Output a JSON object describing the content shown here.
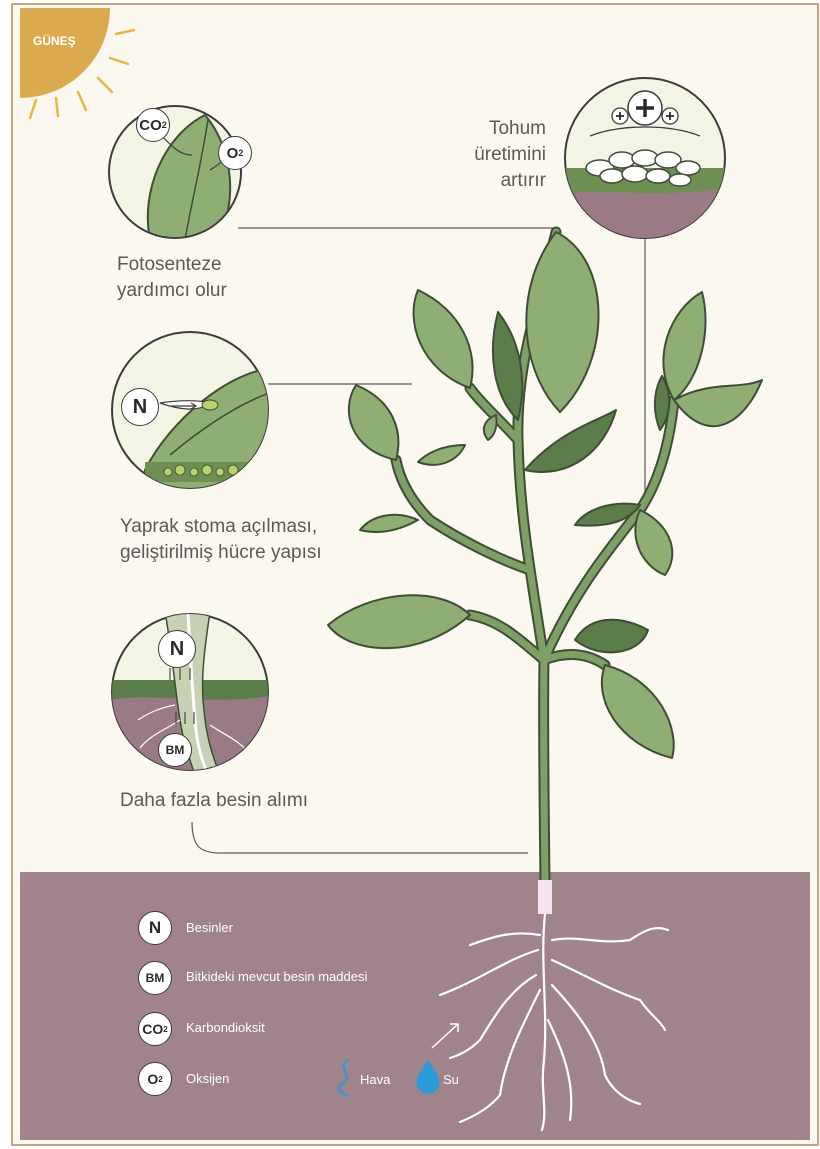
{
  "sun": {
    "label": "GÜNEŞ"
  },
  "callouts": {
    "photosynthesis": {
      "line1": "Fotosenteze",
      "line2": "yardımcı olur",
      "co2": "CO",
      "co2_sub": "2",
      "o2": "O",
      "o2_sub": "2"
    },
    "seed": {
      "line1": "Tohum",
      "line2": "üretimini",
      "line3": "artırır"
    },
    "stoma": {
      "line1": "Yaprak stoma açılması,",
      "line2": "geliştirilmiş hücre yapısı",
      "n": "N"
    },
    "nutrient": {
      "line1": "Daha fazla besin alımı",
      "n": "N",
      "bm": "BM"
    }
  },
  "legend": {
    "items": [
      {
        "badge": "N",
        "sub": "",
        "text": "Besinler"
      },
      {
        "badge": "BM",
        "sub": "",
        "text": "Bitkideki mevcut besin maddesi"
      },
      {
        "badge": "CO",
        "sub": "2",
        "text": "Karbondioksit"
      },
      {
        "badge": "O",
        "sub": "2",
        "text": "Oksijen"
      }
    ],
    "air": "Hava",
    "water": "Su"
  },
  "colors": {
    "background": "#fbf8ef",
    "soil": "#a1838b",
    "soil_dark": "#8e6f78",
    "leaf": "#8fae74",
    "leaf_dark": "#5b7d4a",
    "stem": "#7ea066",
    "outline": "#3e4e36",
    "sun": "#dcaa4e",
    "sun_ray": "#e9b63f",
    "water": "#2a9bd6"
  }
}
